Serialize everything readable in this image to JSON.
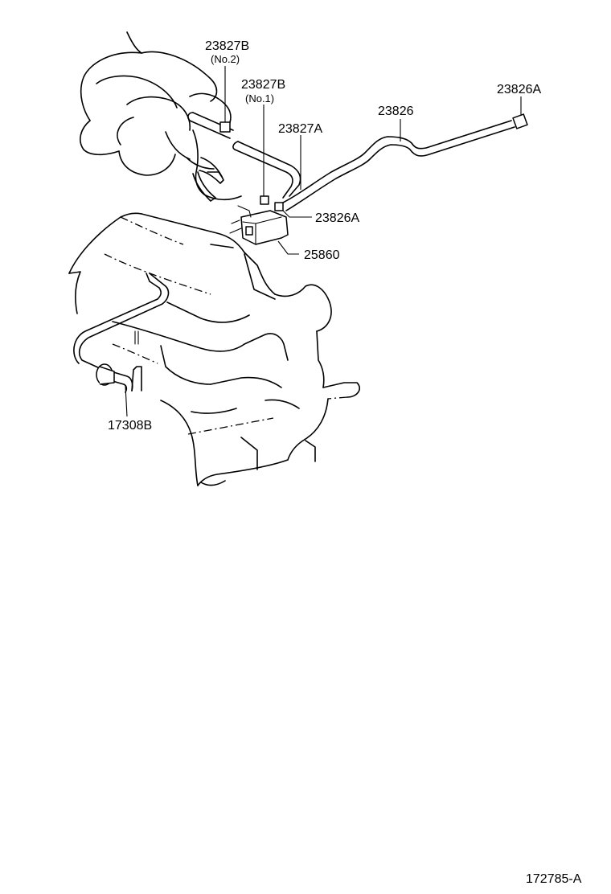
{
  "parts": {
    "p23827b_no2": {
      "number": "23827B",
      "note": "(No.2)"
    },
    "p23827b_no1": {
      "number": "23827B",
      "note": "(No.1)"
    },
    "p23827a": {
      "number": "23827A"
    },
    "p23826": {
      "number": "23826"
    },
    "p23826a_top": {
      "number": "23826A"
    },
    "p23826a_mid": {
      "number": "23826A"
    },
    "p25860": {
      "number": "25860"
    },
    "p17308b": {
      "number": "17308B"
    }
  },
  "illustration_code": "172785-A"
}
